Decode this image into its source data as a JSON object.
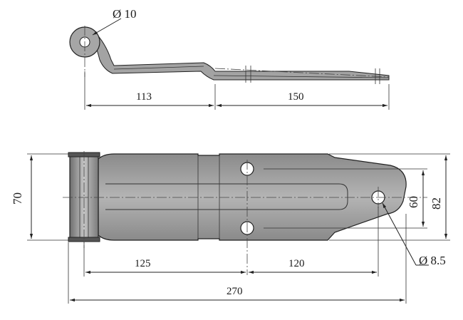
{
  "dimensions": {
    "eye_diameter": "Ø 10",
    "side_length_left": "113",
    "side_length_right": "150",
    "plate_width": "70",
    "hole_spacing": "60",
    "tip_width": "82",
    "pin_to_holes": "125",
    "holes_to_tip_hole": "120",
    "overall_length": "270",
    "hole_diameter": "Ø 8.5"
  },
  "colors": {
    "metal": "#a7a7a7",
    "metal_dark": "#7c7c7c",
    "outline": "#222222"
  }
}
